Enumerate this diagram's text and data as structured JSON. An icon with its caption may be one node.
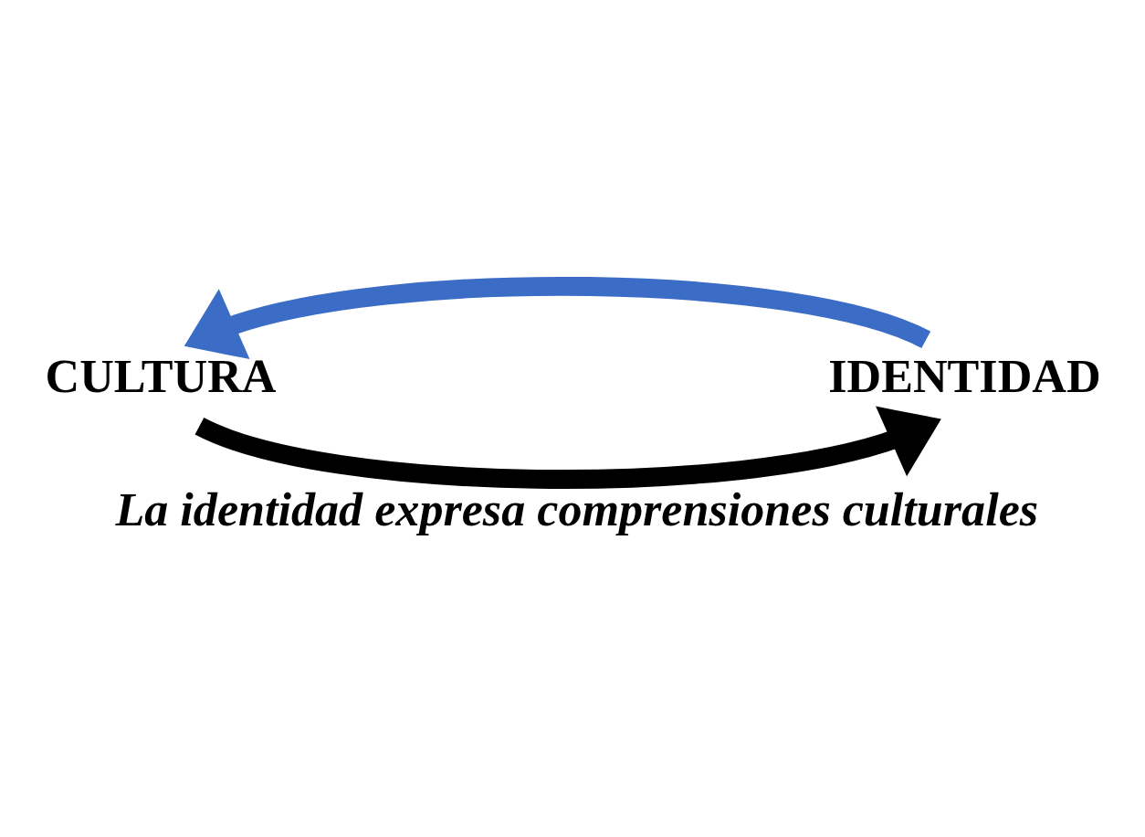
{
  "diagram": {
    "caption": "La identidad expresa comprensiones culturales",
    "nodes": [
      {
        "text": [
          "CULTURA"
        ]
      },
      {
        "text": [
          "IDENTIDAD"
        ]
      }
    ],
    "edges": [
      {
        "from": 0,
        "to": 1,
        "arrow": "to",
        "color": "#000000"
      },
      {
        "from": 1,
        "to": 0,
        "arrow": "to",
        "color": "#3b6cc6"
      }
    ]
  }
}
